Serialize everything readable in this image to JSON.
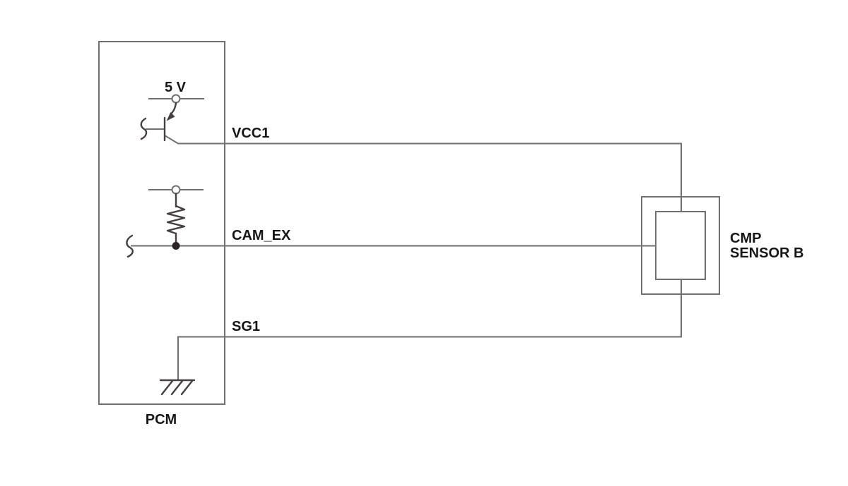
{
  "colors": {
    "background": "#ffffff",
    "wire": "#6f7072",
    "component": "#453f40",
    "junction": "#2b2425",
    "text": "#161616"
  },
  "pcm": {
    "label": "PCM",
    "supply_label": "5 V"
  },
  "signals": {
    "vcc1": "VCC1",
    "cam_ex": "CAM_EX",
    "sg1": "SG1"
  },
  "sensor": {
    "name_line1": "CMP",
    "name_line2": "SENSOR B"
  },
  "components": {
    "transistor": "pnp-transistor",
    "resistor": "pull-up-resistor",
    "ground": "chassis-ground",
    "supply_terminal": "5v-supply-terminal",
    "pullup_terminal": "pull-up-supply-terminal",
    "wire_breaks": "wire-continuation-marks"
  }
}
